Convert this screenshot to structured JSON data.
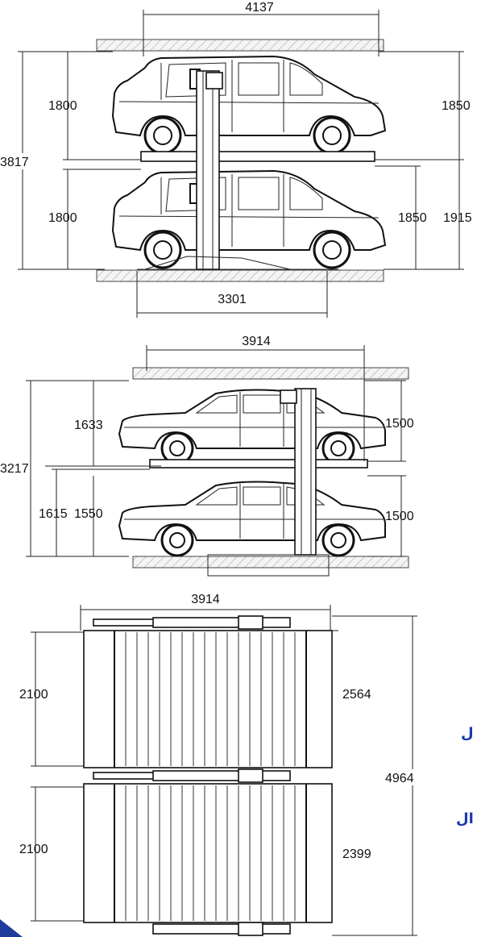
{
  "diagram_1": {
    "top_width": "4137",
    "left_upper": "1800",
    "left_lower": "1800",
    "left_total": "3817",
    "right_upper": "1850",
    "right_lower": "1850",
    "right_total": "1915",
    "base_width": "3301"
  },
  "diagram_2": {
    "top_width": "3914",
    "left_upper": "1633",
    "left_total": "3217",
    "left_lower_outer": "1615",
    "left_lower_inner": "1550",
    "right_upper": "1500",
    "right_lower": "1500"
  },
  "diagram_3": {
    "top_width": "3914",
    "left_upper": "2100",
    "left_lower": "2100",
    "right_upper": "2564",
    "right_lower": "2399",
    "right_total": "4964"
  },
  "side_text": {
    "line_1": "ل",
    "line_2": "ال"
  },
  "colors": {
    "accent": "#1a3aa8",
    "corner": "#1f3c9c"
  }
}
